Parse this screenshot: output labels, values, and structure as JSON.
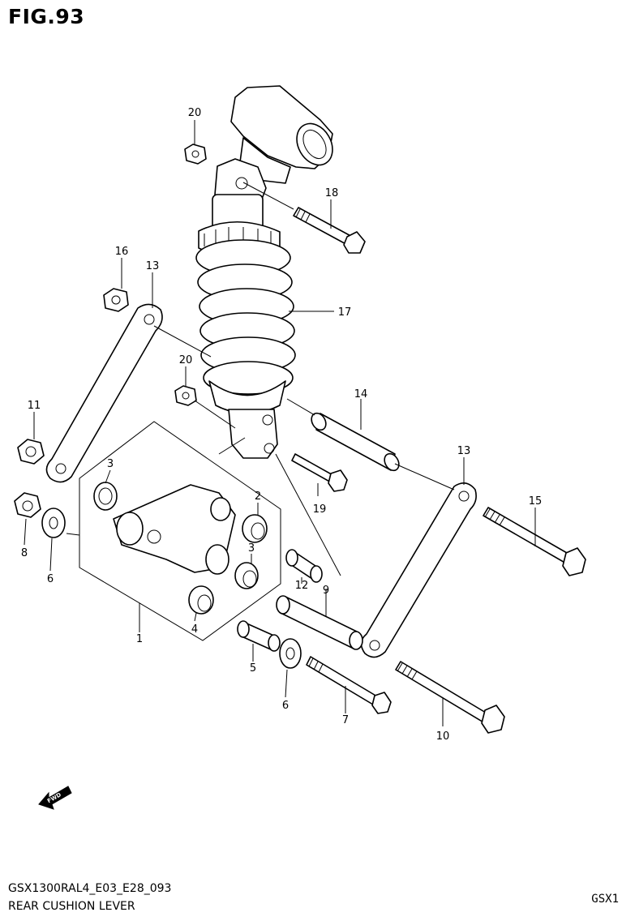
{
  "figure_title": "FIG.93",
  "footer": {
    "model_code": "GSX1300RAL4_E03_E28_093",
    "section_name": "REAR CUSHION LEVER",
    "corner_tag": "GSX1"
  },
  "fwd_label": "FWD",
  "callouts": {
    "c1": "1",
    "c2": "2",
    "c3a": "3",
    "c3b": "3",
    "c4": "4",
    "c5": "5",
    "c6a": "6",
    "c6b": "6",
    "c7": "7",
    "c8": "8",
    "c9": "9",
    "c10": "10",
    "c11": "11",
    "c12": "12",
    "c13a": "13",
    "c13b": "13",
    "c14": "14",
    "c15": "15",
    "c16": "16",
    "c17": "17",
    "c18": "18",
    "c19": "19",
    "c20a": "20",
    "c20b": "20"
  }
}
